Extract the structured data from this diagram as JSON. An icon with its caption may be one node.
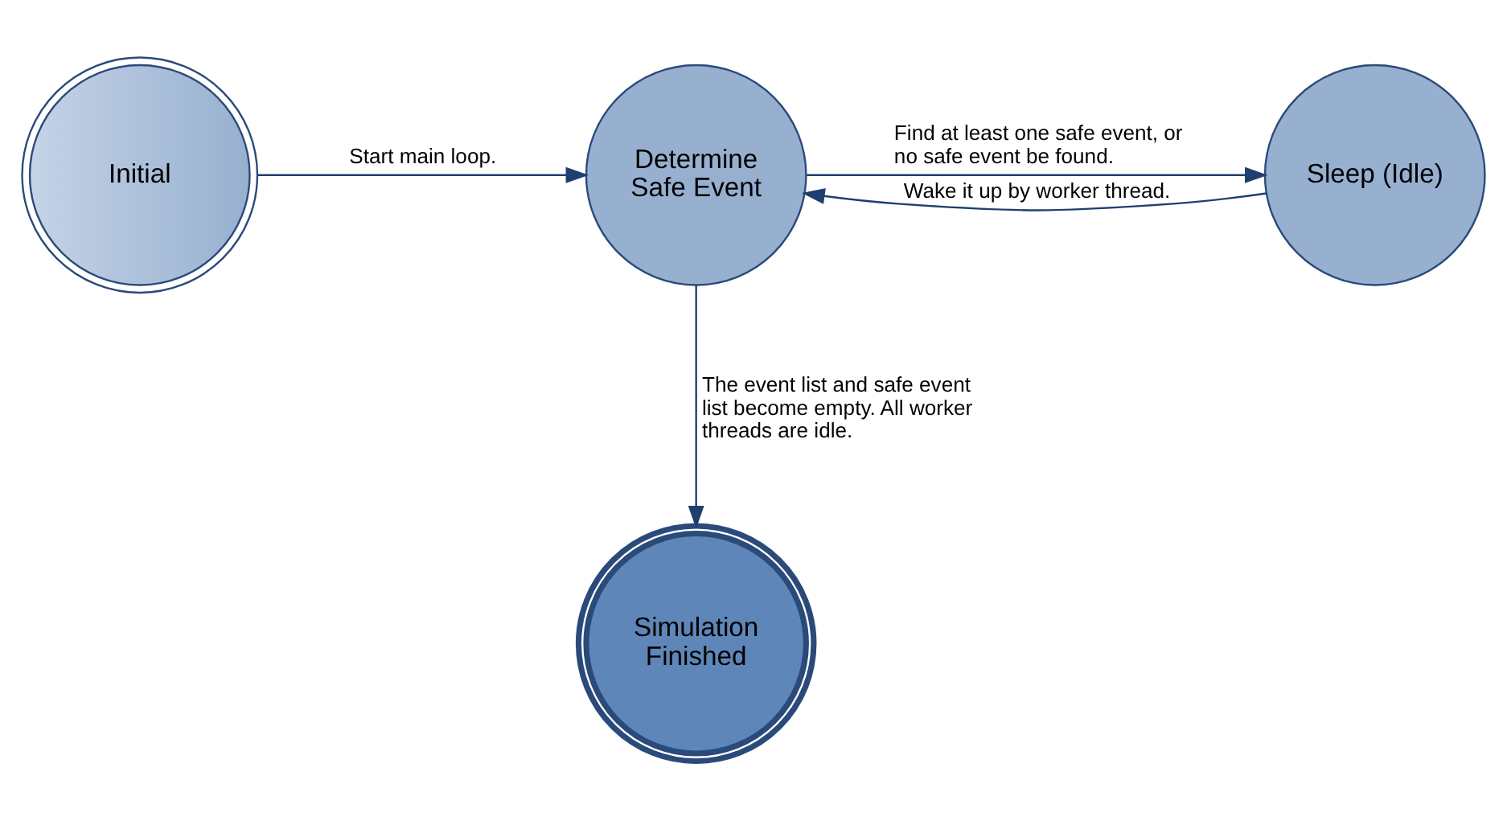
{
  "diagram": {
    "nodes": [
      {
        "text": [
          "Initial"
        ]
      },
      {
        "text": [
          "Determine Safe Event"
        ]
      },
      {
        "text": [
          "Sleep (Idle)"
        ]
      },
      {
        "text": [
          "Simulation Finished"
        ]
      }
    ],
    "edges": [
      {
        "from": 0,
        "to": 1,
        "arrow": "to",
        "label": "Start main loop."
      },
      {
        "from": 1,
        "to": 2,
        "arrow": "to",
        "label": "Find at least one safe event, or no safe event be found."
      },
      {
        "from": 2,
        "to": 1,
        "arrow": "to",
        "label": "Wake it up by worker thread."
      },
      {
        "from": 1,
        "to": 3,
        "arrow": "to",
        "label": "The event list and safe event list become empty. All worker threads are idle."
      }
    ]
  }
}
